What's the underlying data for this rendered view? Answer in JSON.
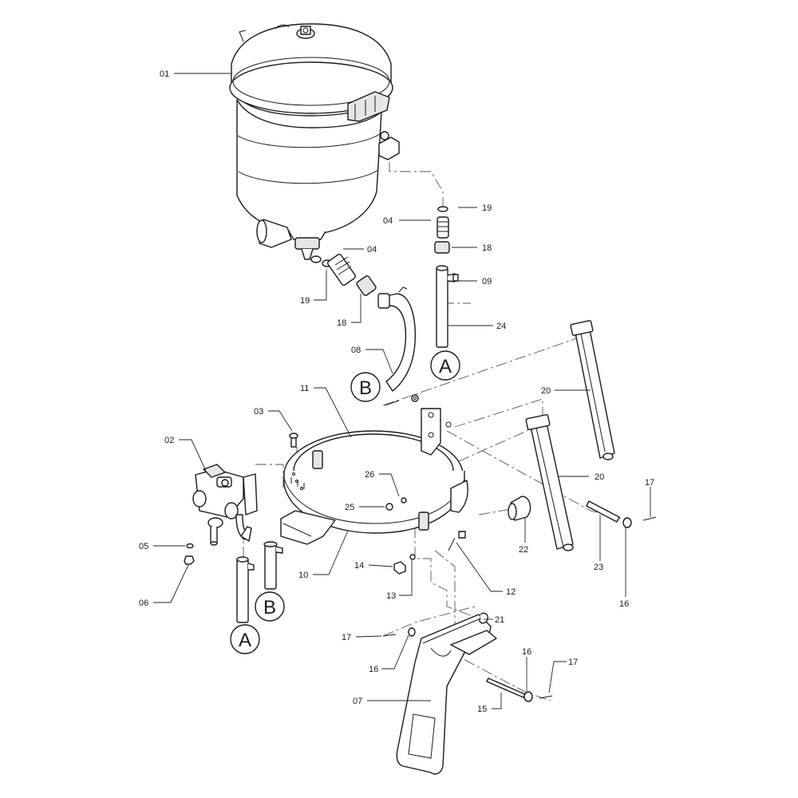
{
  "callouts": {
    "c01": "01",
    "c02": "02",
    "c03": "03",
    "c04a": "04",
    "c04b": "04",
    "c05": "05",
    "c06": "06",
    "c07": "07",
    "c08": "08",
    "c09": "09",
    "c10": "10",
    "c11": "11",
    "c12": "12",
    "c13": "13",
    "c14": "14",
    "c15": "15",
    "c16a": "16",
    "c16b": "16",
    "c16c": "16",
    "c17a": "17",
    "c17b": "17",
    "c17c": "17",
    "c18a": "18",
    "c18b": "18",
    "c19a": "19",
    "c19b": "19",
    "c20a": "20",
    "c20b": "20",
    "c21": "21",
    "c22": "22",
    "c23": "23",
    "c24": "24",
    "c25": "25",
    "c26": "26"
  },
  "connectors": {
    "a_top": "A",
    "a_bottom": "A",
    "b_top": "B",
    "b_bottom": "B"
  }
}
